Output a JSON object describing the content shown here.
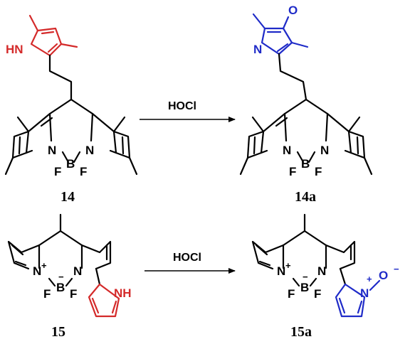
{
  "scheme": {
    "reaction_1": {
      "reagent": "HOCl",
      "reactant_label": "14",
      "product_label": "14a"
    },
    "reaction_2": {
      "reagent": "HOCl",
      "reactant_label": "15",
      "product_label": "15a"
    }
  },
  "atoms": {
    "nitrogen": "N",
    "boron": "B",
    "fluorine": "F",
    "oxygen": "O",
    "nh": "NH",
    "hn": "HN",
    "plus": "+",
    "minus": "−"
  },
  "colors": {
    "bond": "#000000",
    "highlight_reactant": "#d42a2a",
    "highlight_product": "#1f2bc8"
  }
}
